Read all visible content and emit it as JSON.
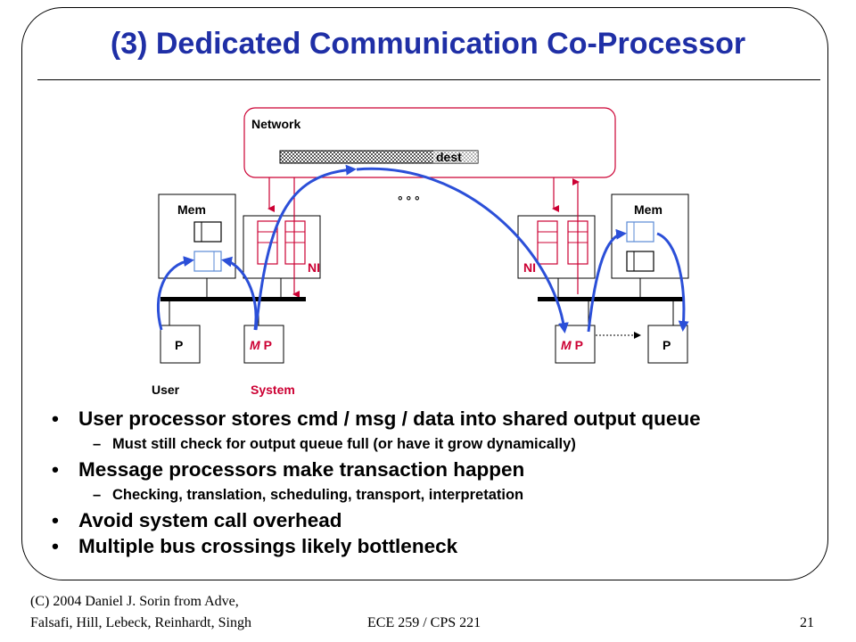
{
  "slide": {
    "title": "(3) Dedicated Communication Co-Processor",
    "bullets": [
      {
        "level": 1,
        "text": "User processor stores cmd / msg / data into shared output queue"
      },
      {
        "level": 2,
        "text": "Must still check for output queue full (or have it grow dynamically)"
      },
      {
        "level": 1,
        "text": "Message processors make transaction happen"
      },
      {
        "level": 2,
        "text": "Checking, translation, scheduling, transport, interpretation"
      },
      {
        "level": 1,
        "text": "Avoid system call overhead"
      },
      {
        "level": 1,
        "text": "Multiple bus crossings likely bottleneck"
      }
    ],
    "bullet_glyph": "•",
    "dash_glyph": "–"
  },
  "diagram": {
    "network_label": "Network",
    "packet_label": "dest",
    "ellipsis": "° ° °",
    "left_node": {
      "mem_label": "Mem",
      "ni_label": "NI",
      "p_label": "P",
      "mp_m": "M",
      "mp_p": "P"
    },
    "right_node": {
      "mem_label": "Mem",
      "ni_label": "NI",
      "p_label": "P",
      "mp_m": "M",
      "mp_p": "P"
    },
    "user_label": "User",
    "system_label": "System"
  },
  "footer": {
    "copyright_line1": "(C) 2004 Daniel J. Sorin from Adve,",
    "copyright_line2": "Falsafi, Hill, Lebeck, Reinhardt, Singh",
    "course": "ECE 259 / CPS 221",
    "page_number": "21"
  },
  "colors": {
    "title": "#1f2fa6",
    "accent_red": "#cc0033",
    "arrow_blue": "#2b4fd8",
    "queue_blue": "#5a8ad6"
  }
}
